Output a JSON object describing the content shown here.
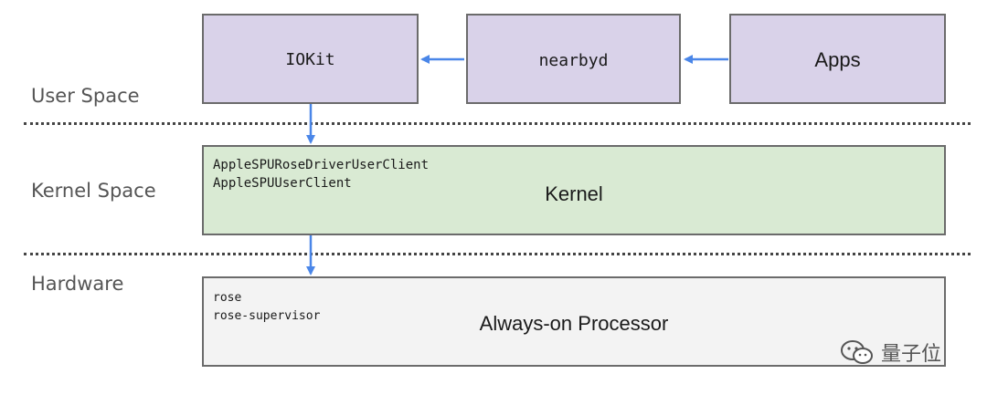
{
  "layers": {
    "user_space": "User Space",
    "kernel_space": "Kernel Space",
    "hardware": "Hardware"
  },
  "boxes": {
    "iokit": "IOKit",
    "nearbyd": "nearbyd",
    "apps": "Apps",
    "kernel": {
      "title": "Kernel",
      "lines": [
        "AppleSPURoseDriverUserClient",
        "AppleSPUUserClient"
      ]
    },
    "processor": {
      "title": "Always-on Processor",
      "lines": [
        "rose",
        "rose-supervisor"
      ]
    }
  },
  "watermark": {
    "text": "量子位",
    "icon": "wechat-icon"
  },
  "colors": {
    "user_box": "#d9d2e9",
    "kernel_box": "#d9ead3",
    "hardware_box": "#f3f3f3",
    "arrow": "#4a86e8"
  }
}
